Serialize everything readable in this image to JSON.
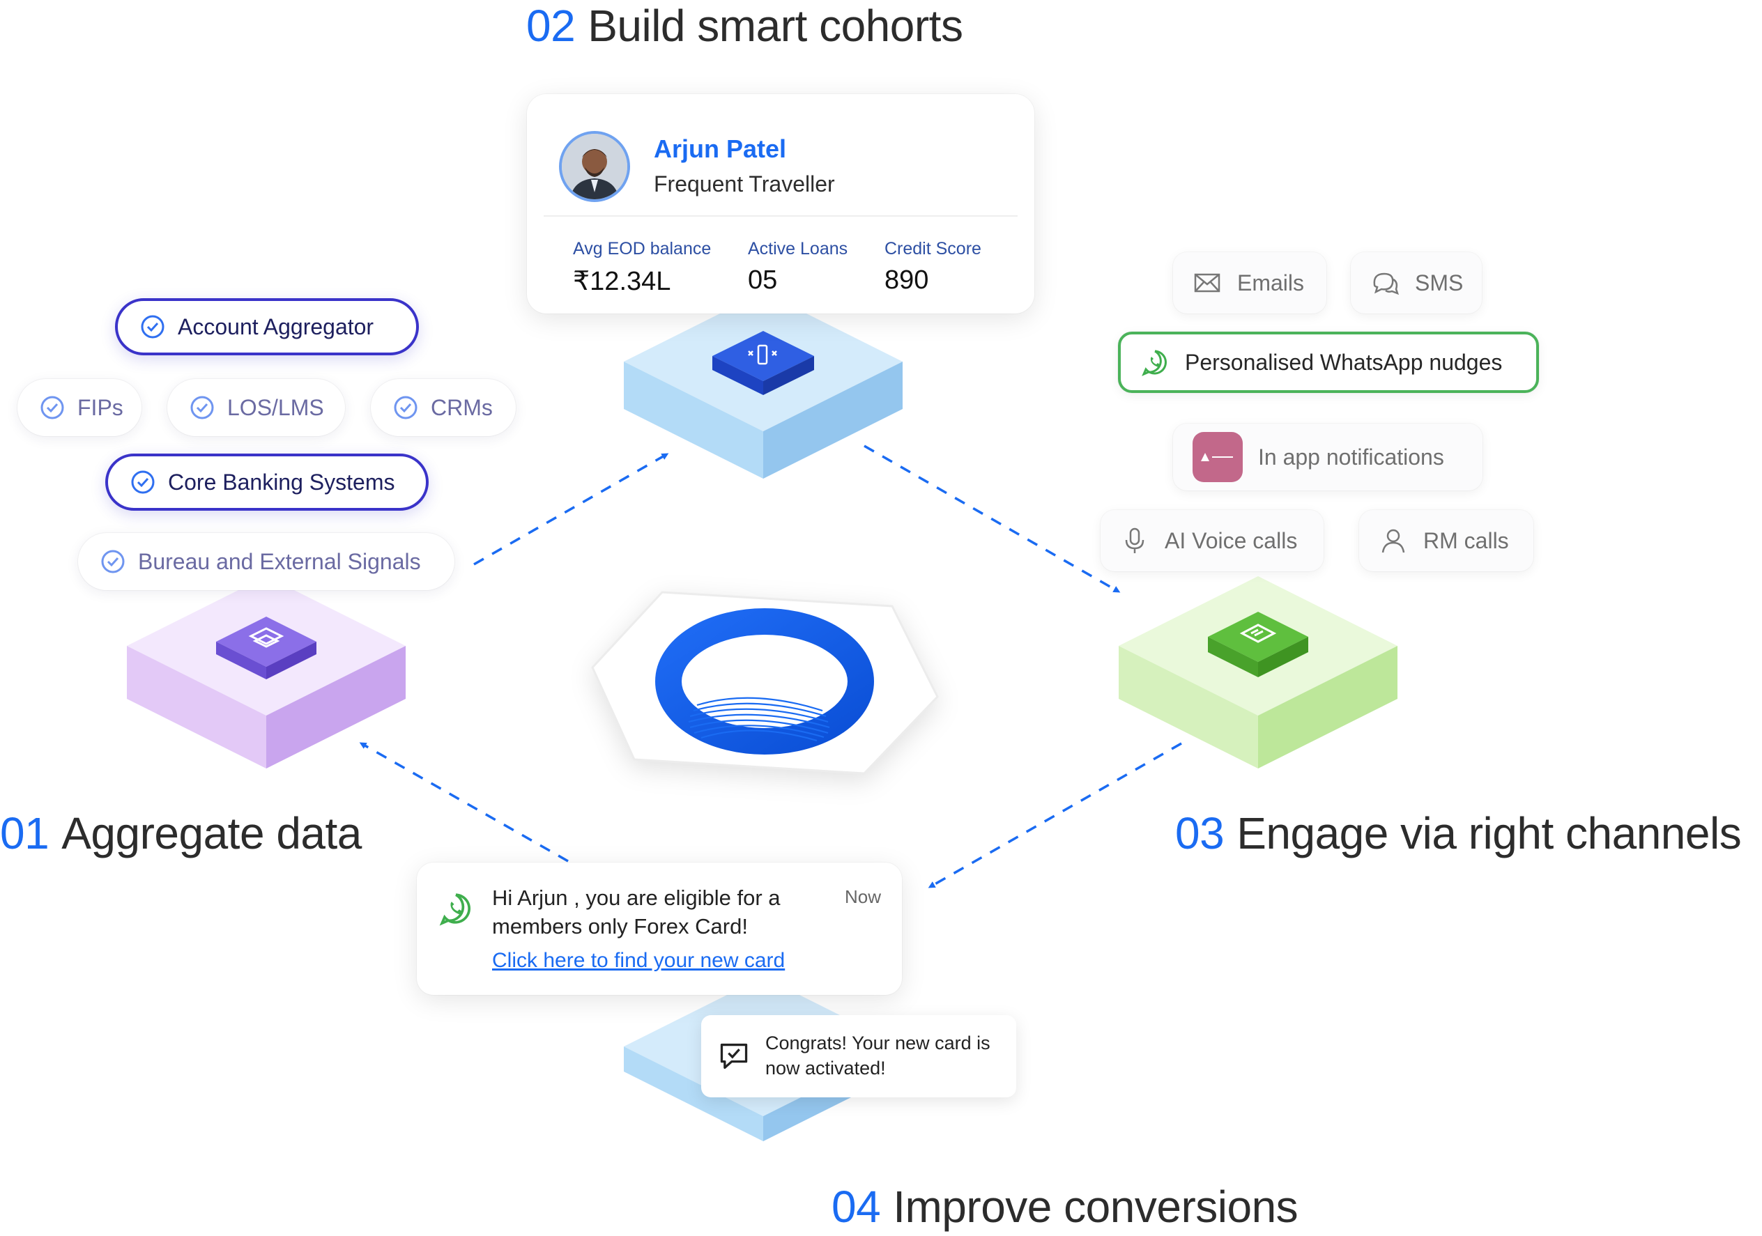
{
  "steps": {
    "s01": {
      "num": "01",
      "label": "Aggregate data"
    },
    "s02": {
      "num": "02",
      "label": "Build smart cohorts"
    },
    "s03": {
      "num": "03",
      "label": "Engage via right channels"
    },
    "s04": {
      "num": "04",
      "label": "Improve conversions"
    }
  },
  "sources": {
    "account_aggregator": "Account Aggregator",
    "fips": "FIPs",
    "los_lms": "LOS/LMS",
    "crms": "CRMs",
    "core_banking": "Core Banking Systems",
    "bureau": "Bureau and External Signals"
  },
  "profile": {
    "name": "Arjun Patel",
    "segment": "Frequent Traveller",
    "stats": [
      {
        "label": "Avg EOD balance",
        "value": "₹12.34L"
      },
      {
        "label": "Active Loans",
        "value": "05"
      },
      {
        "label": "Credit Score",
        "value": "890"
      }
    ]
  },
  "channels": {
    "emails": "Emails",
    "sms": "SMS",
    "whatsapp": "Personalised WhatsApp nudges",
    "in_app": "In app notifications",
    "ai_voice": "AI Voice calls",
    "rm_calls": "RM calls"
  },
  "notification": {
    "message": "Hi Arjun , you are eligible for a members only Forex Card!",
    "time": "Now",
    "link": "Click here to find your new card"
  },
  "confirmation": {
    "message": "Congrats! Your new card is now activated!"
  },
  "colors": {
    "accent_blue": "#1a6bf2",
    "active_chip": "#3a33c9",
    "whatsapp_green": "#4bb35a",
    "purple_block": "#c9a5ee",
    "blue_block": "#9fd1f5",
    "green_block": "#c4ec9d"
  }
}
